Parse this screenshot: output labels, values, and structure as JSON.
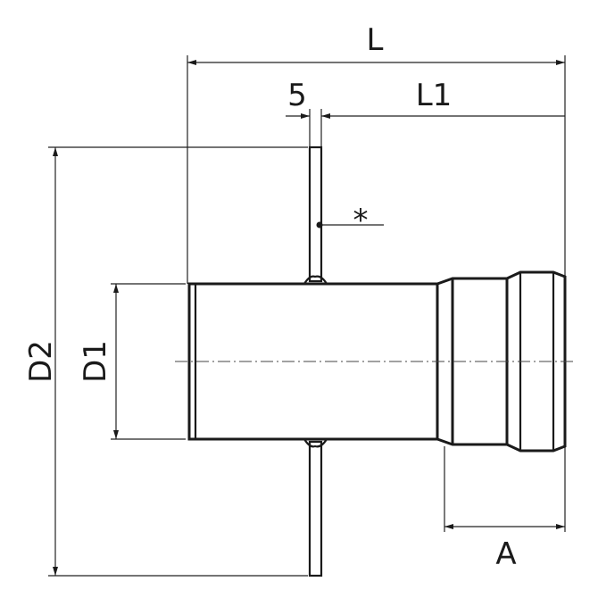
{
  "diagram": {
    "dimensions": {
      "overall_length": "L",
      "flange_thickness": "5",
      "socket_length": "L1",
      "flange_diameter": "D2",
      "pipe_diameter": "D1",
      "socket_depth": "A"
    },
    "weld_note": "*",
    "colors": {
      "line": "#1a1a1a",
      "background": "#ffffff"
    }
  }
}
